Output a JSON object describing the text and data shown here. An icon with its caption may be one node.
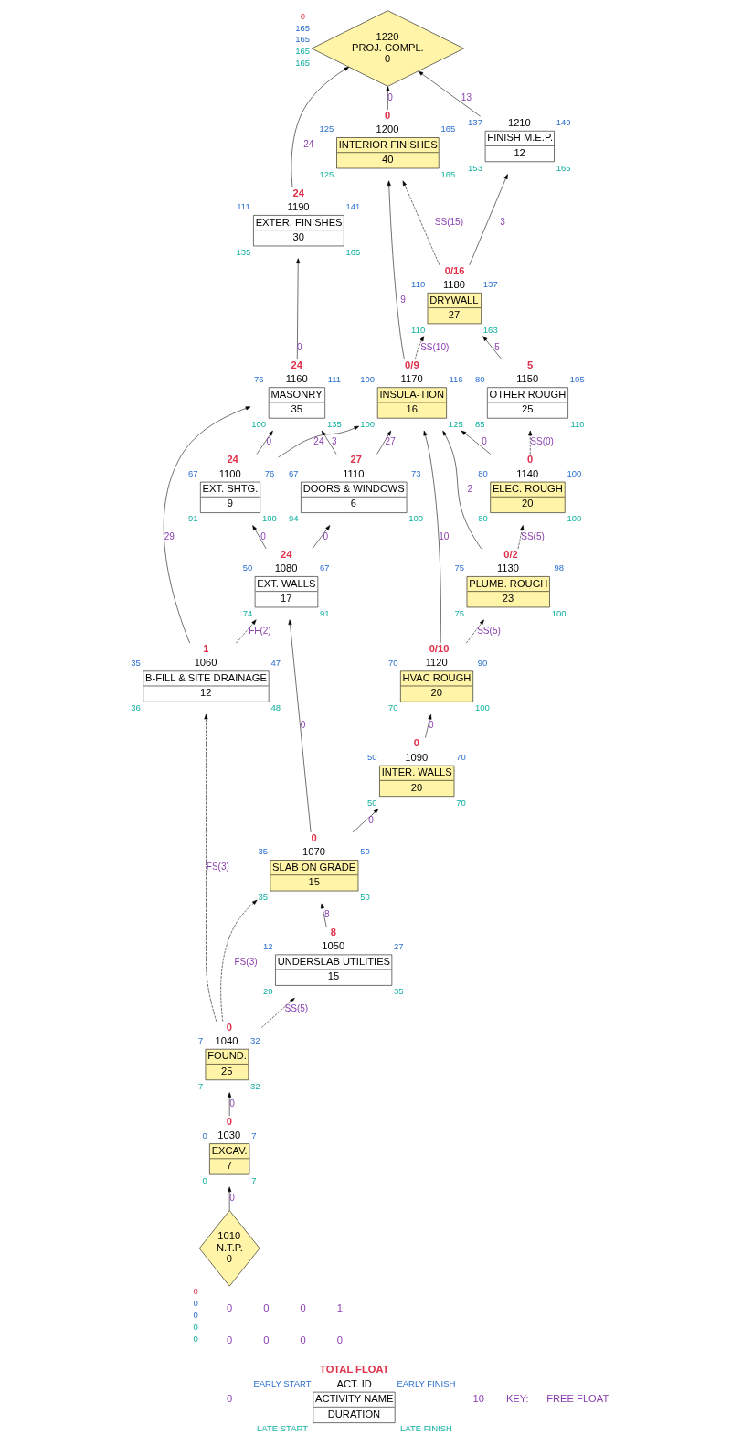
{
  "diagram": {
    "nodes": [
      {
        "text": [
          "1010",
          "N.T.P.",
          "0"
        ],
        "beside": [
          "0",
          "0",
          "0",
          "0",
          "0"
        ]
      },
      {
        "text": [
          "1030",
          "EXCAV.",
          "7"
        ],
        "beside": [
          "0",
          "0",
          "7",
          "0",
          "7"
        ]
      },
      {
        "text": [
          "1040",
          "FOUND.",
          "25"
        ],
        "beside": [
          "0",
          "7",
          "32",
          "7",
          "32"
        ]
      },
      {
        "text": [
          "1050",
          "UNDERSLAB UTILITIES",
          "15"
        ],
        "beside": [
          "8",
          "12",
          "27",
          "20",
          "35"
        ]
      },
      {
        "text": [
          "1060",
          "B-FILL & SITE DRAINAGE",
          "12"
        ],
        "beside": [
          "1",
          "35",
          "47",
          "36",
          "48"
        ]
      },
      {
        "text": [
          "1070",
          "SLAB ON GRADE",
          "15"
        ],
        "beside": [
          "0",
          "35",
          "50",
          "35",
          "50"
        ]
      },
      {
        "text": [
          "1080",
          "EXT. WALLS",
          "17"
        ],
        "beside": [
          "24",
          "50",
          "67",
          "74",
          "91"
        ]
      },
      {
        "text": [
          "1090",
          "INTER. WALLS",
          "20"
        ],
        "beside": [
          "0",
          "50",
          "70",
          "50",
          "70"
        ]
      },
      {
        "text": [
          "1100",
          "EXT. SHTG.",
          "9"
        ],
        "beside": [
          "24",
          "67",
          "76",
          "91",
          "100"
        ]
      },
      {
        "text": [
          "1110",
          "DOORS & WINDOWS",
          "6"
        ],
        "beside": [
          "27",
          "67",
          "73",
          "94",
          "100"
        ]
      },
      {
        "text": [
          "1120",
          "HVAC ROUGH",
          "20"
        ],
        "beside": [
          "0/10",
          "70",
          "90",
          "70",
          "100"
        ]
      },
      {
        "text": [
          "1130",
          "PLUMB. ROUGH",
          "23"
        ],
        "beside": [
          "0/2",
          "75",
          "98",
          "75",
          "100"
        ]
      },
      {
        "text": [
          "1140",
          "ELEC. ROUGH",
          "20"
        ],
        "beside": [
          "0",
          "80",
          "100",
          "80",
          "100"
        ]
      },
      {
        "text": [
          "1150",
          "OTHER ROUGH",
          "25"
        ],
        "beside": [
          "5",
          "80",
          "105",
          "85",
          "110"
        ]
      },
      {
        "text": [
          "1160",
          "MASONRY",
          "35"
        ],
        "beside": [
          "24",
          "76",
          "111",
          "100",
          "135"
        ]
      },
      {
        "text": [
          "1170",
          "INSULA-TION",
          "16"
        ],
        "beside": [
          "0/9",
          "100",
          "116",
          "100",
          "125"
        ]
      },
      {
        "text": [
          "1180",
          "DRYWALL",
          "27"
        ],
        "beside": [
          "0/16",
          "110",
          "137",
          "110",
          "163"
        ]
      },
      {
        "text": [
          "1190",
          "EXTER. FINISHES",
          "30"
        ],
        "beside": [
          "24",
          "111",
          "141",
          "135",
          "165"
        ]
      },
      {
        "text": [
          "1200",
          "INTERIOR FINISHES",
          "40"
        ],
        "beside": [
          "0",
          "125",
          "165",
          "125",
          "165"
        ]
      },
      {
        "text": [
          "1210",
          "FINISH M.E.P.",
          "12"
        ],
        "beside": [
          "137",
          "149",
          "153",
          "165"
        ]
      },
      {
        "text": [
          "1220",
          "PROJ. COMPL.",
          "0"
        ],
        "beside": [
          "0",
          "165",
          "165",
          "165",
          "165"
        ]
      },
      {
        "text": [
          "ACT. ID",
          "ACTIVITY NAME",
          "DURATION"
        ],
        "beside": [
          "TOTAL FLOAT",
          "EARLY START",
          "EARLY FINISH",
          "LATE START",
          "LATE FINISH"
        ]
      }
    ],
    "edges": [
      {
        "from": 0,
        "to": 1,
        "arrow": "to",
        "label": "0"
      },
      {
        "from": 1,
        "to": 2,
        "arrow": "to",
        "label": "0"
      },
      {
        "from": 2,
        "to": 3,
        "arrow": "to",
        "label": "SS(5)",
        "style": "dashed"
      },
      {
        "from": 2,
        "to": 4,
        "arrow": "to",
        "label": "FS(3)",
        "style": "dashed"
      },
      {
        "from": 2,
        "to": 5,
        "arrow": "to",
        "label": "FS(3)",
        "style": "dashed"
      },
      {
        "from": 3,
        "to": 5,
        "arrow": "to",
        "label": "8"
      },
      {
        "from": 4,
        "to": 6,
        "arrow": "to",
        "label": "FF(2)",
        "style": "dashed"
      },
      {
        "from": 4,
        "to": 14,
        "arrow": "to",
        "label": "29"
      },
      {
        "from": 5,
        "to": 6,
        "arrow": "to",
        "label": "0"
      },
      {
        "from": 5,
        "to": 7,
        "arrow": "to",
        "label": "0"
      },
      {
        "from": 6,
        "to": 8,
        "arrow": "to",
        "label": "0"
      },
      {
        "from": 6,
        "to": 9,
        "arrow": "to",
        "label": "0"
      },
      {
        "from": 7,
        "to": 10,
        "arrow": "to",
        "label": "0"
      },
      {
        "from": 8,
        "to": 14,
        "arrow": "to",
        "label": "0"
      },
      {
        "from": 8,
        "to": 15,
        "arrow": "to",
        "label": "24"
      },
      {
        "from": 9,
        "to": 14,
        "arrow": "to",
        "label": "3"
      },
      {
        "from": 9,
        "to": 15,
        "arrow": "to",
        "label": "27"
      },
      {
        "from": 10,
        "to": 15,
        "arrow": "to",
        "label": "10"
      },
      {
        "from": 10,
        "to": 11,
        "arrow": "to",
        "label": "SS(5)",
        "style": "dashed"
      },
      {
        "from": 11,
        "to": 15,
        "arrow": "to",
        "label": "2"
      },
      {
        "from": 11,
        "to": 12,
        "arrow": "to",
        "label": "SS(5)",
        "style": "dashed"
      },
      {
        "from": 12,
        "to": 15,
        "arrow": "to",
        "label": "0"
      },
      {
        "from": 12,
        "to": 13,
        "arrow": "to",
        "label": "SS(0)",
        "style": "dashed"
      },
      {
        "from": 13,
        "to": 16,
        "arrow": "to",
        "label": "5"
      },
      {
        "from": 15,
        "to": 16,
        "arrow": "to",
        "label": "SS(10)",
        "style": "dashed"
      },
      {
        "from": 14,
        "to": 17,
        "arrow": "to",
        "label": "0"
      },
      {
        "from": 15,
        "to": 18,
        "arrow": "to",
        "label": "9"
      },
      {
        "from": 16,
        "to": 18,
        "arrow": "to",
        "label": "SS(15)",
        "style": "dashed"
      },
      {
        "from": 16,
        "to": 19,
        "arrow": "to",
        "label": "3"
      },
      {
        "from": 17,
        "to": 20,
        "arrow": "to",
        "label": "24"
      },
      {
        "from": 18,
        "to": 20,
        "arrow": "to",
        "label": "0"
      },
      {
        "from": 19,
        "to": 20,
        "arrow": "to",
        "label": "13"
      }
    ],
    "labels": [
      "0",
      "0",
      "0",
      "1",
      "0",
      "0",
      "0",
      "0",
      "0",
      "10",
      "KEY:",
      "FREE FLOAT"
    ]
  }
}
